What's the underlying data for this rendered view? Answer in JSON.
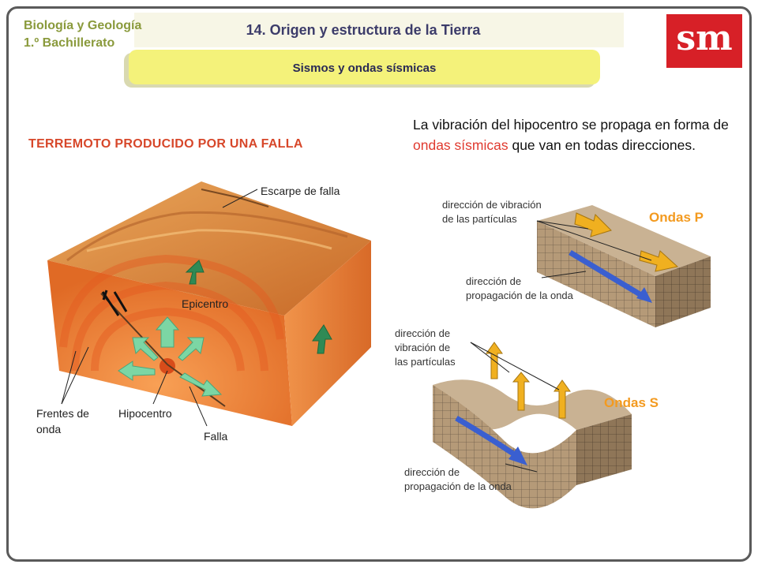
{
  "header": {
    "course_line1": "Biología y Geología",
    "course_line2": "1.º Bachillerato",
    "unit_title": "14. Origen y estructura de la Tierra",
    "subtitle": "Sismos y ondas sísmicas",
    "logo": "sm"
  },
  "left": {
    "heading": "TERREMOTO PRODUCIDO POR UNA FALLA",
    "labels": {
      "escarpe": "Escarpe de falla",
      "epicentro": "Epicentro",
      "frentes_1": "Frentes de",
      "frentes_2": "onda",
      "hipocentro": "Hipocentro",
      "falla": "Falla"
    }
  },
  "right": {
    "intro_before": "La vibración del hipocentro se propaga en forma de ",
    "intro_highlight": "ondas sísmicas",
    "intro_after": " que van en todas direcciones.",
    "p_waves": {
      "title": "Ondas P",
      "vib_1": "dirección de vibración",
      "vib_2": "de las partículas",
      "prop_1": "dirección de",
      "prop_2": "propagación de la onda"
    },
    "s_waves": {
      "title": "Ondas S",
      "vib_1": "dirección de",
      "vib_2": "vibración de",
      "vib_3": "las partículas",
      "prop_1": "dirección de",
      "prop_2": "propagación de la onda"
    }
  },
  "colors": {
    "frame": "#5a5a5a",
    "course": "#8a9a3c",
    "title": "#3c3c6a",
    "subtitle_bar": "#f4f27a",
    "heading": "#d7472a",
    "highlight": "#e03a2f",
    "wave_title": "#f39a1f",
    "logo_bg": "#d72027"
  }
}
